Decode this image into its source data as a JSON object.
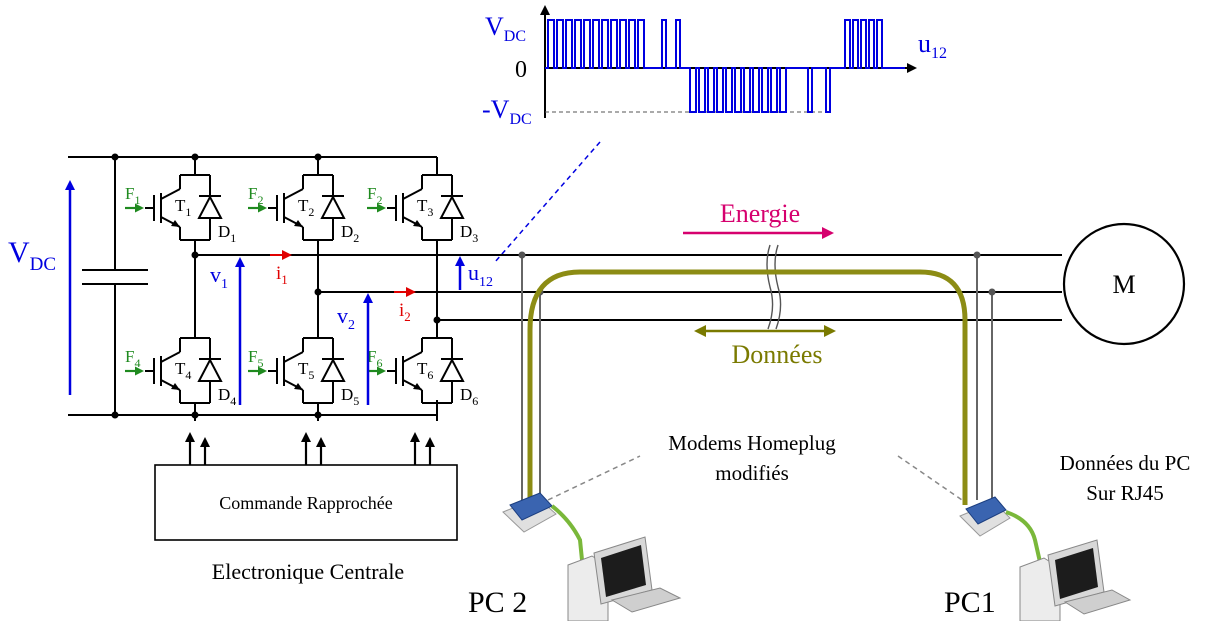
{
  "colors": {
    "wire": "#000000",
    "voltage": "#0000e0",
    "current": "#e00000",
    "gate": "#1f8a1f",
    "energy": "#d6006e",
    "data": "#7a7a00",
    "cable": "#8c8c14"
  },
  "waveform": {
    "vdc": "V",
    "vdc_sub": "DC",
    "zero": "0",
    "neg_vdc": "-V",
    "neg_vdc_sub": "DC",
    "name": "u",
    "name_sub": "12"
  },
  "inverter": {
    "vdc": "V",
    "vdc_sub": "DC",
    "gates_top": [
      {
        "f": "F",
        "f_sub": "1",
        "t": "T",
        "t_sub": "1",
        "d": "D",
        "d_sub": "1"
      },
      {
        "f": "F",
        "f_sub": "2",
        "t": "T",
        "t_sub": "2",
        "d": "D",
        "d_sub": "2"
      },
      {
        "f": "F",
        "f_sub": "2",
        "t": "T",
        "t_sub": "3",
        "d": "D",
        "d_sub": "3"
      }
    ],
    "gates_bottom": [
      {
        "f": "F",
        "f_sub": "4",
        "t": "T",
        "t_sub": "4",
        "d": "D",
        "d_sub": "4"
      },
      {
        "f": "F",
        "f_sub": "5",
        "t": "T",
        "t_sub": "5",
        "d": "D",
        "d_sub": "5"
      },
      {
        "f": "F",
        "f_sub": "6",
        "t": "T",
        "t_sub": "6",
        "d": "D",
        "d_sub": "6"
      }
    ],
    "v1": "v",
    "v1_sub": "1",
    "v2": "v",
    "v2_sub": "2",
    "i1": "i",
    "i1_sub": "1",
    "i2": "i",
    "i2_sub": "2",
    "u12": "u",
    "u12_sub": "12"
  },
  "labels": {
    "energie": "Energie",
    "donnees": "Données",
    "motor": "M",
    "modems_line1": "Modems Homeplug",
    "modems_line2": "modifiés",
    "pc_data_line1": "Données du PC",
    "pc_data_line2": "Sur RJ45",
    "commande": "Commande Rapprochée",
    "electronique": "Electronique Centrale",
    "pc2": "PC 2",
    "pc1": "PC1"
  }
}
